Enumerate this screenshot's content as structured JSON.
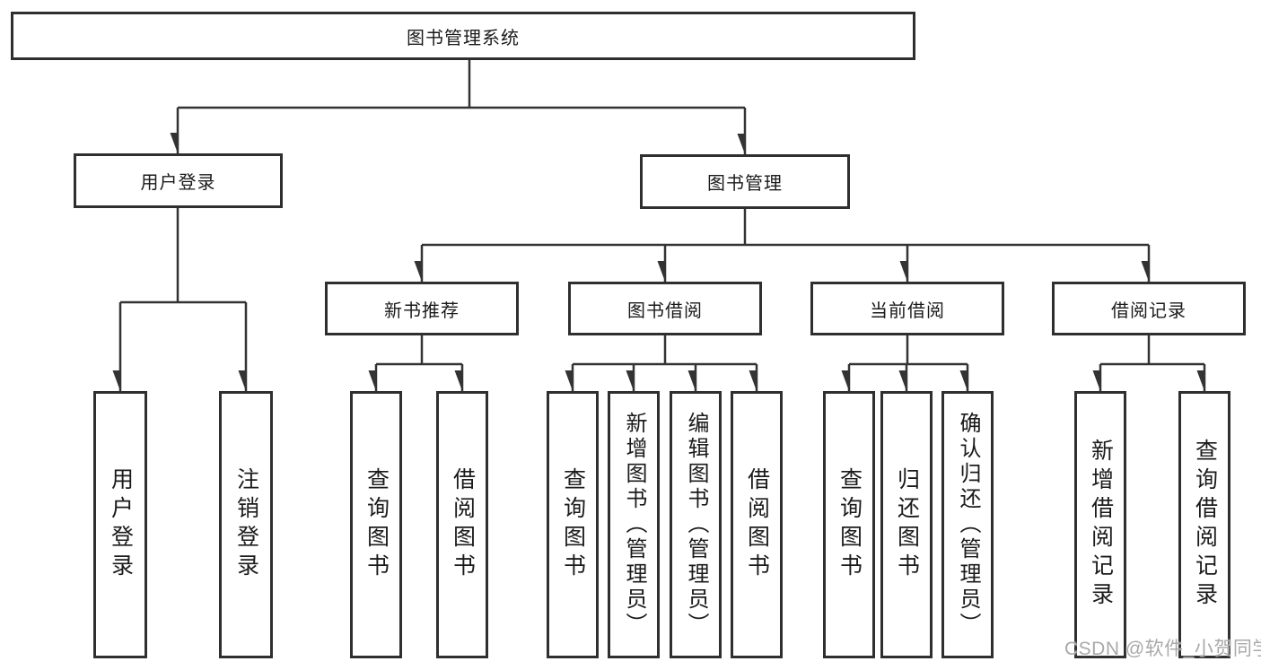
{
  "tree": {
    "root": {
      "label": "图书管理系统"
    },
    "branches": [
      {
        "label": "用户登录",
        "children": [
          {
            "label": "用户登录"
          },
          {
            "label": "注销登录"
          }
        ]
      },
      {
        "label": "图书管理",
        "children": [
          {
            "label": "新书推荐",
            "children": [
              {
                "label": "查询图书"
              },
              {
                "label": "借阅图书"
              }
            ]
          },
          {
            "label": "图书借阅",
            "children": [
              {
                "label": "查询图书"
              },
              {
                "label": "新增图书（管理员）"
              },
              {
                "label": "编辑图书（管理员）"
              },
              {
                "label": "借阅图书"
              }
            ]
          },
          {
            "label": "当前借阅",
            "children": [
              {
                "label": "查询图书"
              },
              {
                "label": "归还图书"
              },
              {
                "label": "确认归还（管理员）"
              }
            ]
          },
          {
            "label": "借阅记录",
            "children": [
              {
                "label": "新增借阅记录"
              },
              {
                "label": "查询借阅记录"
              }
            ]
          }
        ]
      }
    ]
  },
  "watermark": {
    "text": "CSDN @软件_小贺同学"
  },
  "colors": {
    "line": "#333333",
    "box_border": "#2f2f2f",
    "text": "#1b1b1b",
    "watermark": "#a9a9a9",
    "background": "#ffffff"
  }
}
